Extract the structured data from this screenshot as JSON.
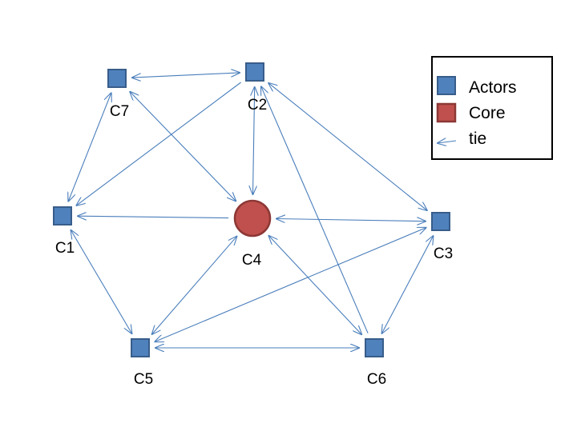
{
  "colors": {
    "actor_fill": "#4f81bd",
    "actor_stroke": "#385d8a",
    "core_fill": "#c0504d",
    "core_stroke": "#8c3836",
    "tie": "#4a7ebb"
  },
  "legend": {
    "actors_label": "Actors",
    "core_label": "Core",
    "tie_label": "tie"
  },
  "nodes": {
    "c1": {
      "label": "C1",
      "kind": "actor"
    },
    "c2": {
      "label": "C2",
      "kind": "actor"
    },
    "c3": {
      "label": "C3",
      "kind": "actor"
    },
    "c4": {
      "label": "C4",
      "kind": "core"
    },
    "c5": {
      "label": "C5",
      "kind": "actor"
    },
    "c6": {
      "label": "C6",
      "kind": "actor"
    },
    "c7": {
      "label": "C7",
      "kind": "actor"
    }
  },
  "ties": [
    {
      "from": "c7",
      "to": "c2",
      "direction": "both"
    },
    {
      "from": "c7",
      "to": "c1",
      "direction": "both"
    },
    {
      "from": "c7",
      "to": "c4",
      "direction": "both"
    },
    {
      "from": "c2",
      "to": "c1",
      "direction": "to"
    },
    {
      "from": "c2",
      "to": "c4",
      "direction": "both"
    },
    {
      "from": "c2",
      "to": "c3",
      "direction": "both"
    },
    {
      "from": "c6",
      "to": "c2",
      "direction": "to"
    },
    {
      "from": "c4",
      "to": "c1",
      "direction": "to"
    },
    {
      "from": "c4",
      "to": "c3",
      "direction": "both"
    },
    {
      "from": "c1",
      "to": "c5",
      "direction": "both"
    },
    {
      "from": "c5",
      "to": "c4",
      "direction": "both"
    },
    {
      "from": "c5",
      "to": "c3",
      "direction": "both"
    },
    {
      "from": "c5",
      "to": "c6",
      "direction": "both"
    },
    {
      "from": "c6",
      "to": "c4",
      "direction": "both"
    },
    {
      "from": "c6",
      "to": "c3",
      "direction": "both"
    }
  ]
}
